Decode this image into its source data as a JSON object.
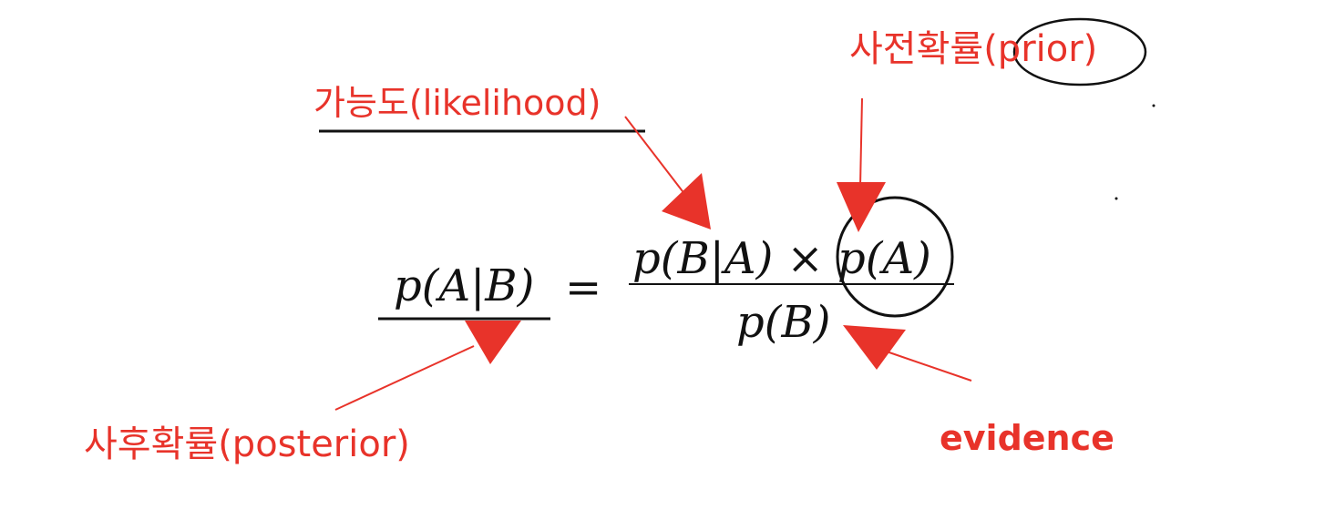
{
  "labels": {
    "likelihood": "가능도(likelihood)",
    "prior": "사전확률(prior)",
    "posterior": "사후확률(posterior)",
    "evidence": "evidence"
  },
  "formula": {
    "lhs": "p(A|B)",
    "equals": "=",
    "numerator": "p(B|A) × p(A)",
    "denominator": "p(B)"
  },
  "colors": {
    "annotation": "#e8332a",
    "ink": "#111111"
  }
}
